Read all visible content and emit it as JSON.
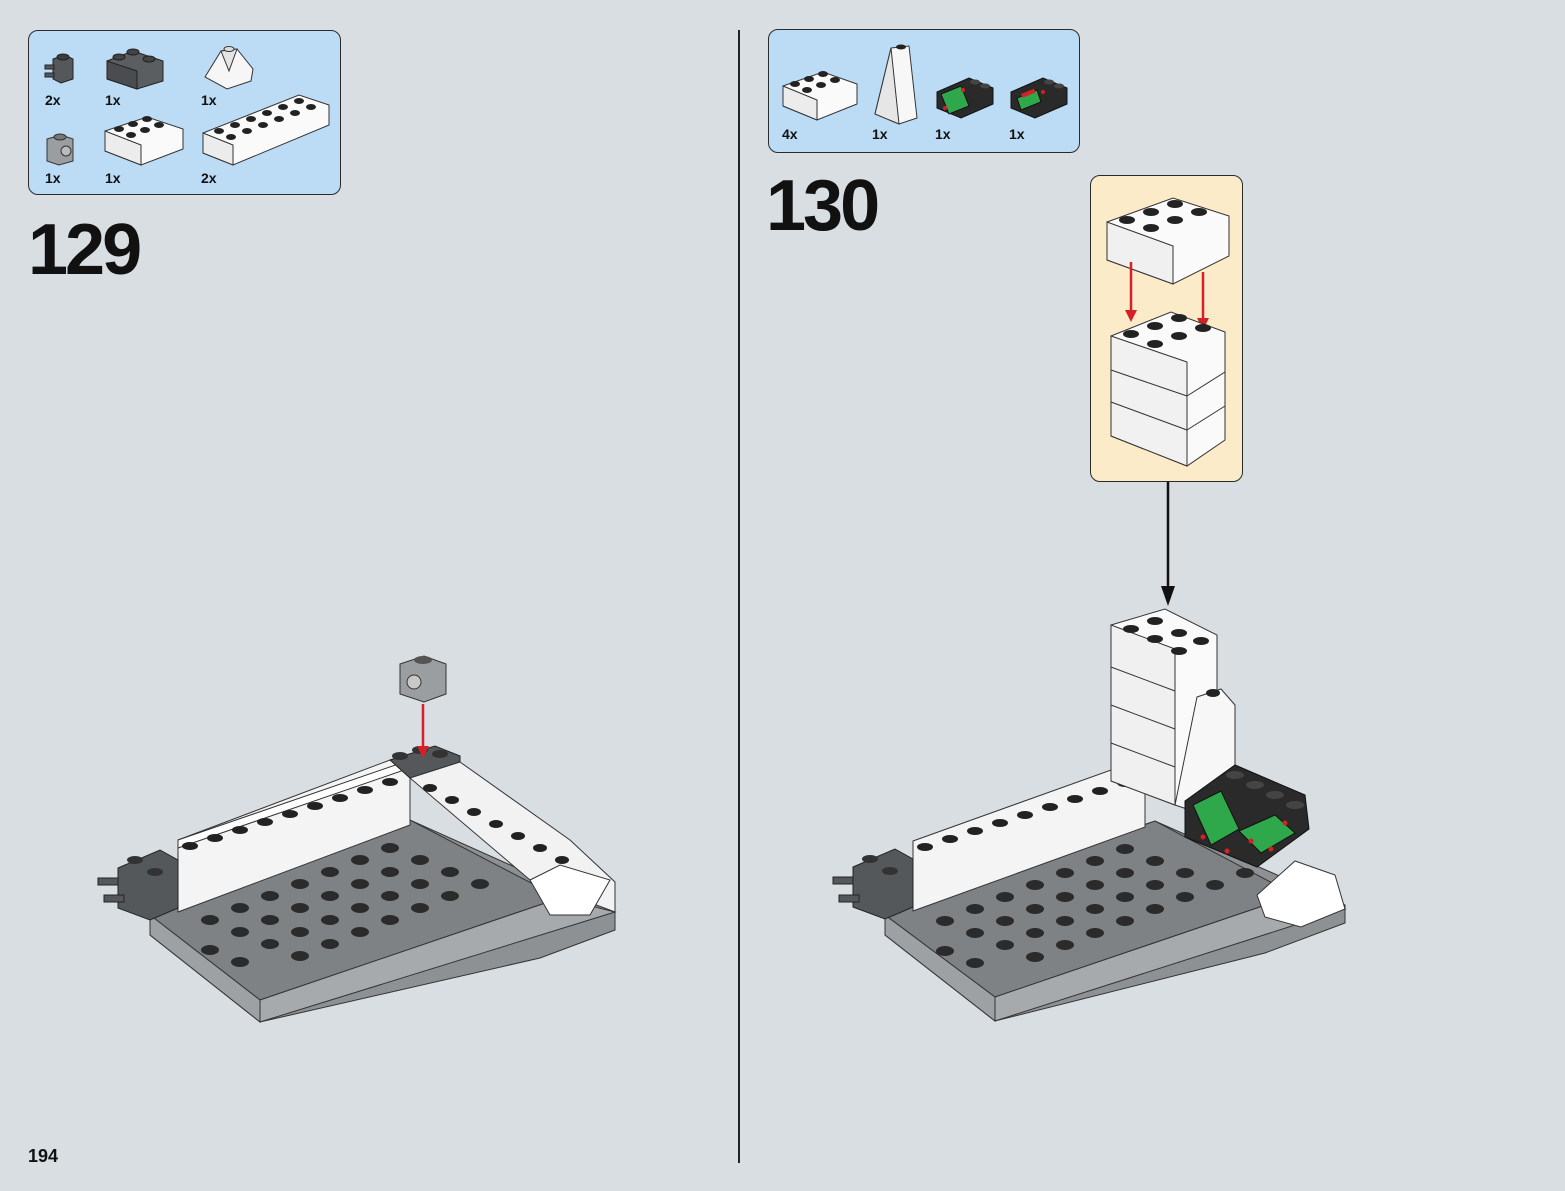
{
  "page": {
    "number": "194"
  },
  "steps": [
    {
      "number": "129",
      "parts": [
        {
          "icon": "dark-gray-brick-1x1-clip-icon",
          "qty": "2x"
        },
        {
          "icon": "dark-gray-brick-2x2-corner-icon",
          "qty": "1x"
        },
        {
          "icon": "white-slope-cone-icon",
          "qty": "1x"
        },
        {
          "icon": "light-gray-brick-1x1-side-stud-icon",
          "qty": "1x"
        },
        {
          "icon": "white-brick-2x3-icon",
          "qty": "1x"
        },
        {
          "icon": "white-brick-2x6-icon",
          "qty": "2x"
        }
      ]
    },
    {
      "number": "130",
      "parts": [
        {
          "icon": "white-brick-2x3-icon",
          "qty": "4x"
        },
        {
          "icon": "white-slope-tall-icon",
          "qty": "1x"
        },
        {
          "icon": "black-slope-console-green-icon",
          "qty": "1x"
        },
        {
          "icon": "black-slope-console-red-icon",
          "qty": "1x"
        }
      ]
    }
  ],
  "colors": {
    "background": "#d9dee3",
    "parts_box": "#bcdcf5",
    "callout": "#fbebc8",
    "arrow_red": "#d62027",
    "arrow_black": "#111111"
  }
}
